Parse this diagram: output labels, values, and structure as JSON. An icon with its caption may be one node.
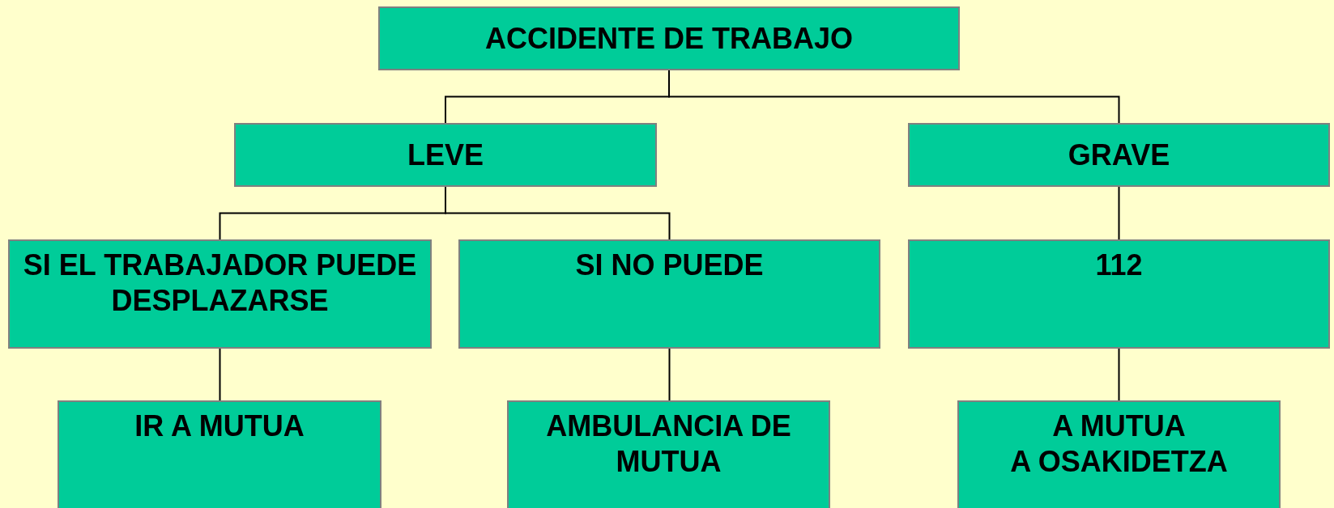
{
  "diagram": {
    "nodes": [
      {
        "text": [
          "ACCIDENTE DE TRABAJO"
        ]
      },
      {
        "text": [
          "LEVE"
        ]
      },
      {
        "text": [
          "GRAVE"
        ]
      },
      {
        "text": [
          "SI EL TRABAJADOR PUEDE DESPLAZARSE"
        ]
      },
      {
        "text": [
          "SI NO PUEDE"
        ]
      },
      {
        "text": [
          "112"
        ]
      },
      {
        "text": [
          "IR A MUTUA"
        ]
      },
      {
        "text": [
          "AMBULANCIA DE MUTUA"
        ]
      },
      {
        "text": [
          "A MUTUA",
          "A OSAKIDETZA"
        ]
      }
    ],
    "edges": [
      {
        "from": 0,
        "to": 1,
        "arrow": "none"
      },
      {
        "from": 0,
        "to": 2,
        "arrow": "none"
      },
      {
        "from": 1,
        "to": 3,
        "arrow": "none"
      },
      {
        "from": 1,
        "to": 4,
        "arrow": "none"
      },
      {
        "from": 2,
        "to": 5,
        "arrow": "none"
      },
      {
        "from": 3,
        "to": 6,
        "arrow": "none"
      },
      {
        "from": 4,
        "to": 7,
        "arrow": "none"
      },
      {
        "from": 5,
        "to": 8,
        "arrow": "none"
      }
    ]
  }
}
